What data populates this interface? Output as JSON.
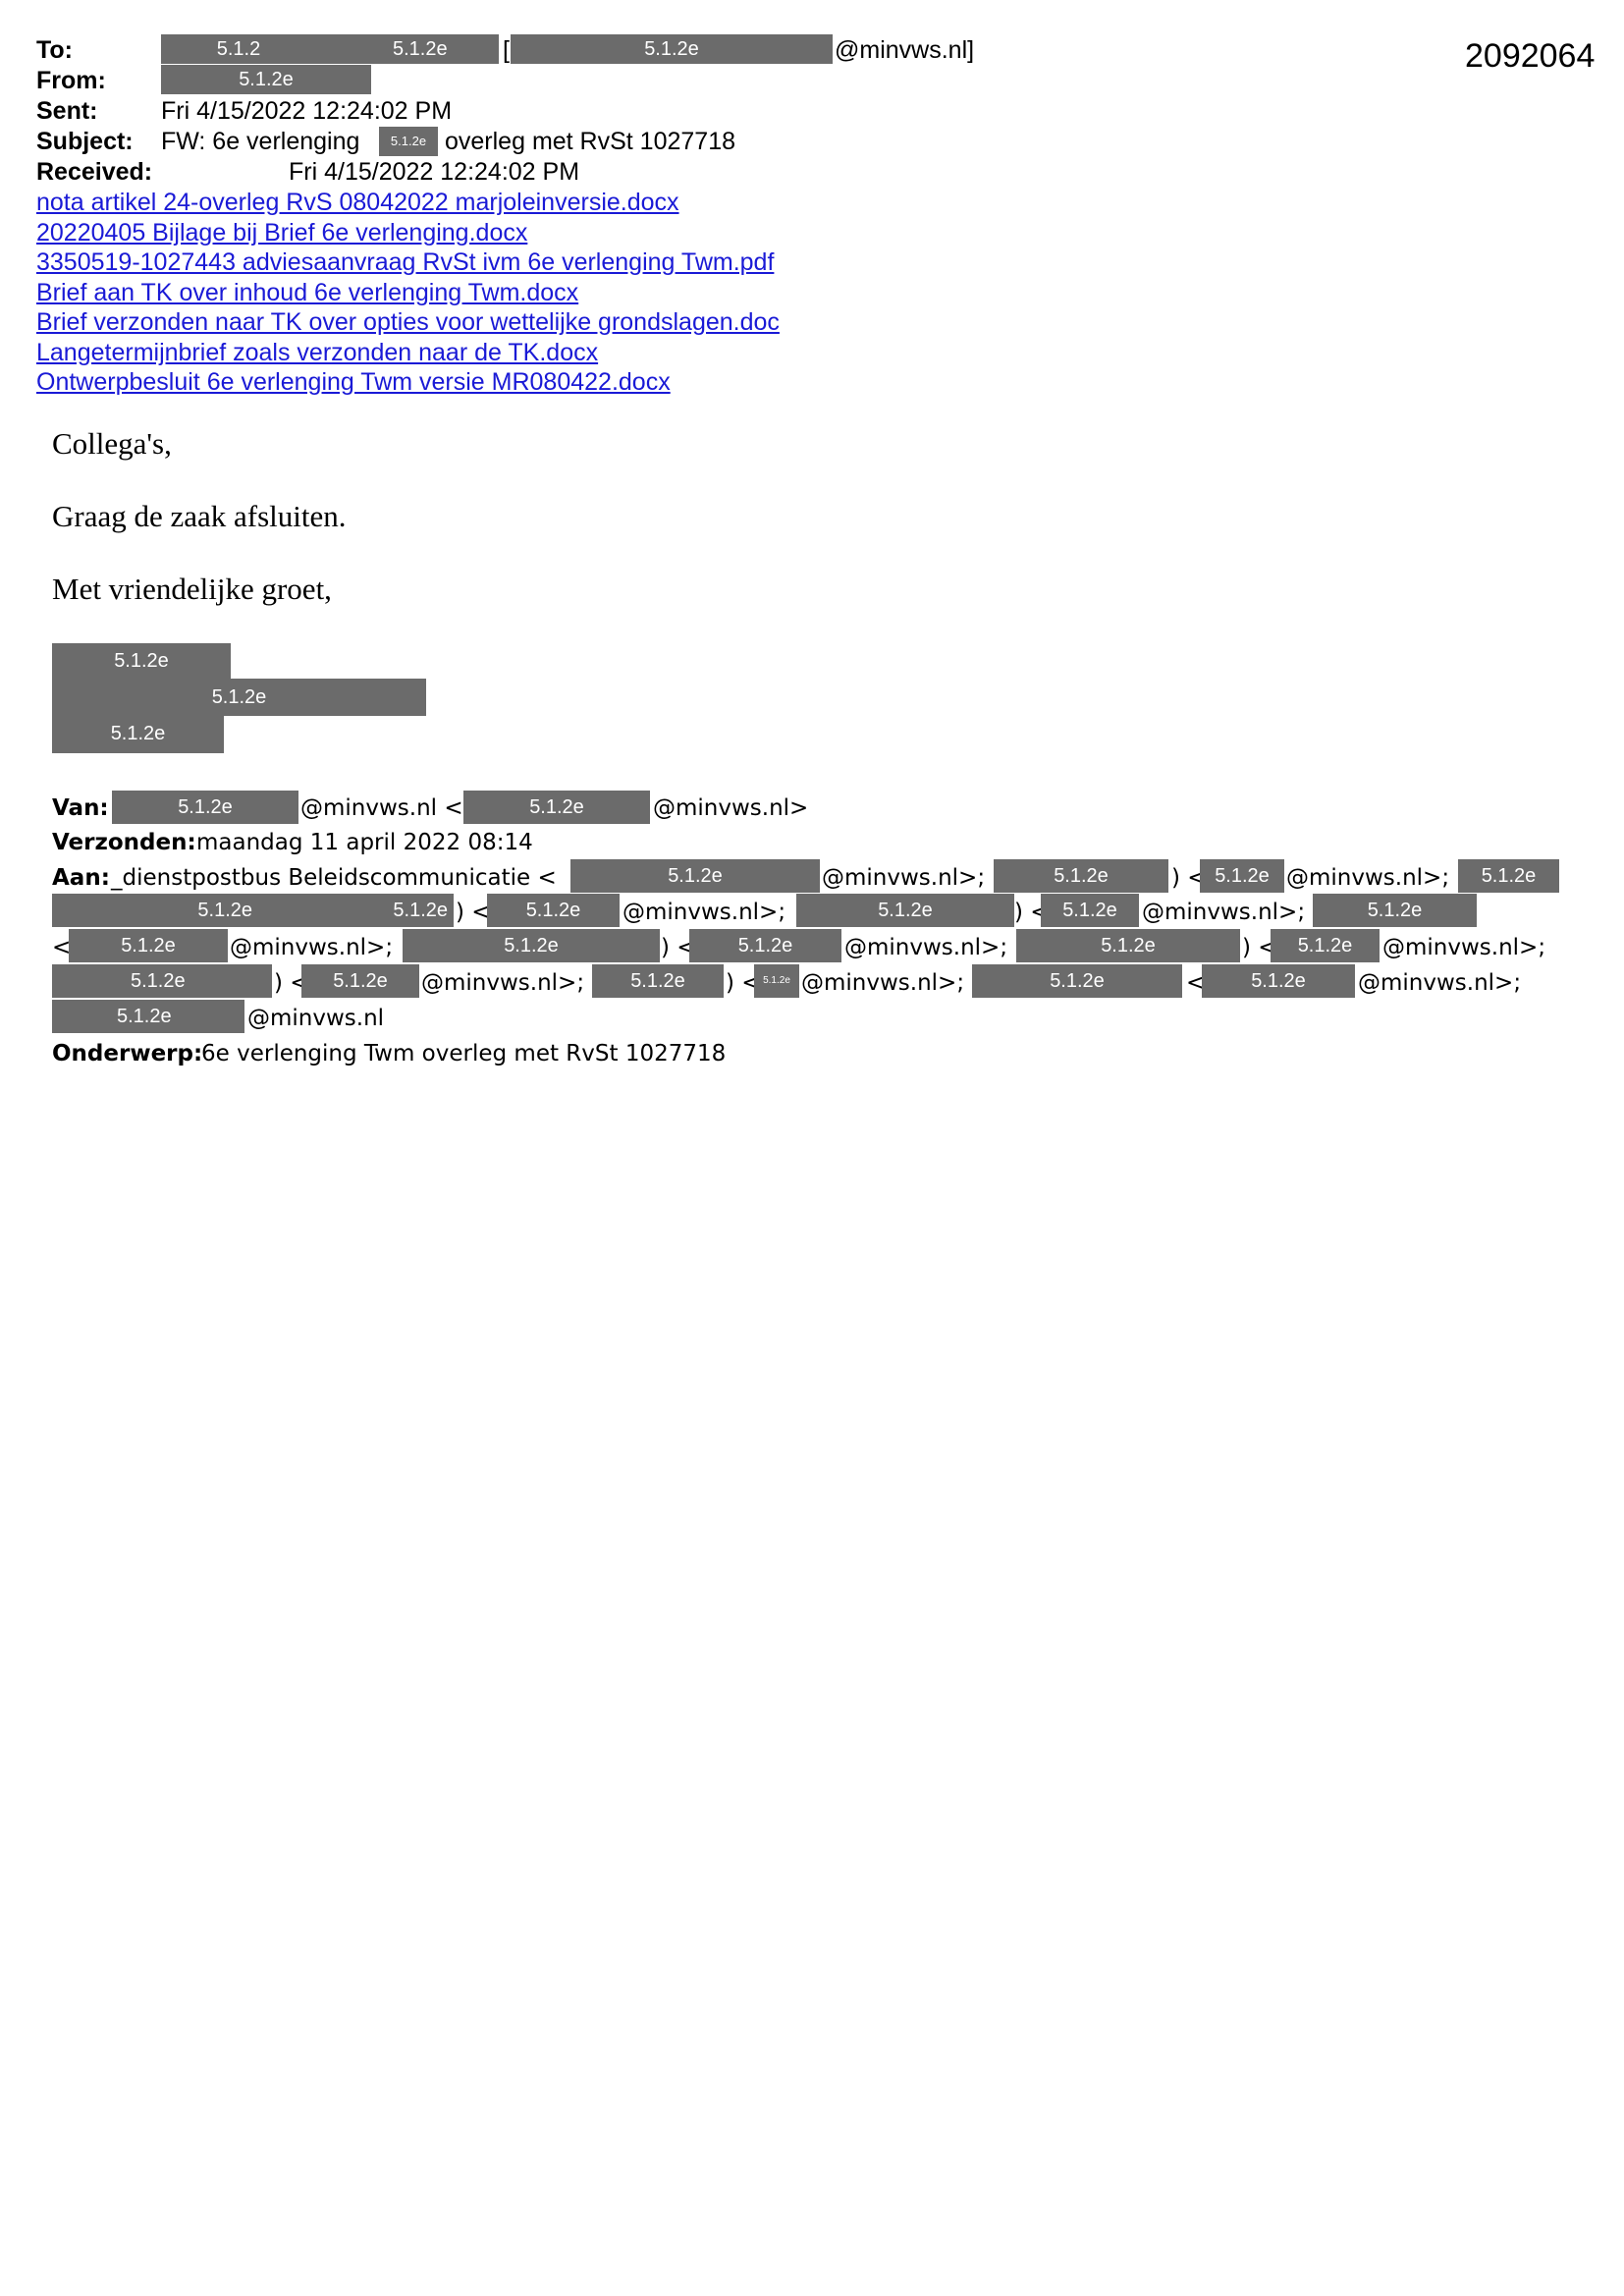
{
  "document_id": "2092064",
  "redaction_code": "5.1.2e",
  "redaction_code_short": "5.1.2",
  "email": {
    "labels": {
      "to": "To:",
      "from": "From:",
      "sent": "Sent:",
      "subject": "Subject:",
      "received": "Received:"
    },
    "to_bracket": "[",
    "to_suffix": "@minvws.nl]",
    "sent": "Fri 4/15/2022 12:24:02 PM",
    "subject_prefix": "FW: 6e verlenging",
    "subject_suffix": "overleg met RvSt 1027718",
    "received": "Fri 4/15/2022 12:24:02 PM"
  },
  "attachments": [
    "nota artikel 24-overleg RvS 08042022 marjoleinversie.docx",
    "20220405 Bijlage bij Brief 6e verlenging.docx",
    "3350519-1027443 adviesaanvraag RvSt ivm 6e verlenging Twm.pdf",
    "Brief aan TK over inhoud 6e verlenging Twm.docx",
    "Brief verzonden naar TK over opties voor wettelijke grondslagen.doc",
    "Langetermijnbrief zoals verzonden naar de TK.docx",
    "Ontwerpbesluit 6e verlenging Twm versie MR080422.docx"
  ],
  "body": {
    "greeting": "Collega's,",
    "message": "Graag de zaak afsluiten.",
    "closing": "Met vriendelijke groet,"
  },
  "forwarded": {
    "labels": {
      "van": "Van:",
      "verzonden": "Verzonden:",
      "aan": "Aan:",
      "onderwerp": "Onderwerp:"
    },
    "van_domain": "@minvws.nl <",
    "van_end": "@minvws.nl>",
    "verzonden": "maandag 11 april 2022 08:14",
    "aan_start": "_dienstpostbus Beleidscommunicatie <",
    "onderwerp": "6e verlenging Twm overleg met RvSt 1027718",
    "t": {
      "a": "@minvws.nl>;",
      "b": ") <",
      "c": "@minvws.nl",
      "d": "<"
    }
  }
}
